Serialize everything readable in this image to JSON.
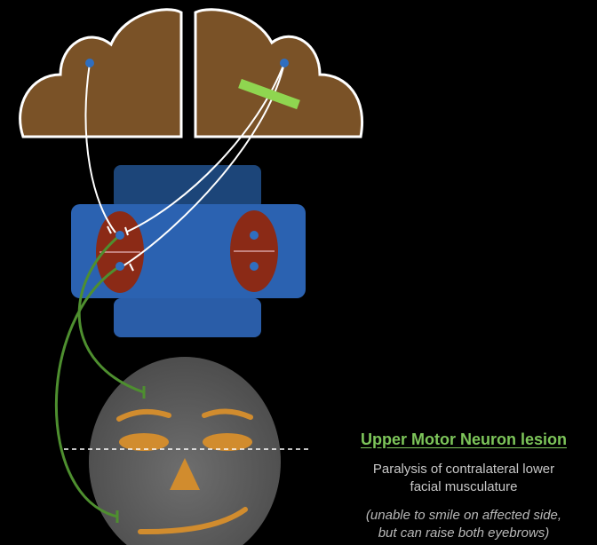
{
  "caption": {
    "title": "Upper Motor Neuron lesion",
    "description_line1": "Paralysis of contralateral lower",
    "description_line2": "facial musculature",
    "note_line1": "(unable to smile on affected side,",
    "note_line2": "but can raise both eyebrows)"
  },
  "colors": {
    "cortex": "#7a5227",
    "cortex_outline": "#ffffff",
    "brainstem_dark": "#1c4579",
    "brainstem": "#2b62b1",
    "nucleus": "#8b2a16",
    "neuron_dot": "#2f6ebf",
    "upper_fibers": "#ffffff",
    "lower_fibers": "#4e8f2f",
    "lesion": "#8fd650",
    "face": "#6a6a6a",
    "facial_features": "#d18c2e"
  },
  "icons": {
    "left_cortex": "left-hemisphere-cloud",
    "right_cortex": "right-hemisphere-cloud",
    "lesion_marker": "lesion-bar",
    "face": "face-oval"
  }
}
